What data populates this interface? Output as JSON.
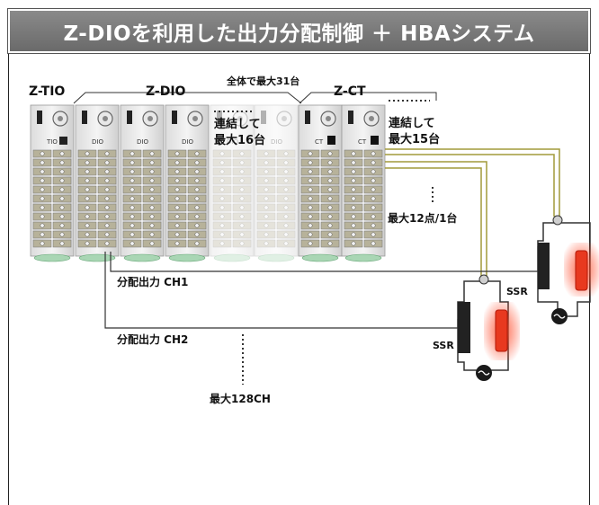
{
  "title": "Z-DIOを利用した出力分配制御 ＋ HBAシステム",
  "labels": {
    "ztio": "Z-TIO",
    "zdio": "Z-DIO",
    "zct": "Z-CT",
    "total_max": "全体で最大31台",
    "link16_line1": "連結して",
    "link16_line2": "最大16台",
    "link15_line1": "連結して",
    "link15_line2": "最大15台",
    "max12": "最大12点/1台",
    "ch1": "分配出力 CH1",
    "ch2": "分配出力 CH2",
    "max128": "最大128CH",
    "ssr1": "SSR",
    "ssr2": "SSR"
  },
  "module_labels": {
    "tio": "TIO",
    "dio": "DIO",
    "ct": "CT"
  },
  "colors": {
    "title_bg": "#777777",
    "line": "#333333",
    "ct_wire": "#a29a3a",
    "heater": "#e8391f",
    "ssr_body": "#222222"
  },
  "icons": [
    "ac-source-icon",
    "ac-source-icon"
  ]
}
